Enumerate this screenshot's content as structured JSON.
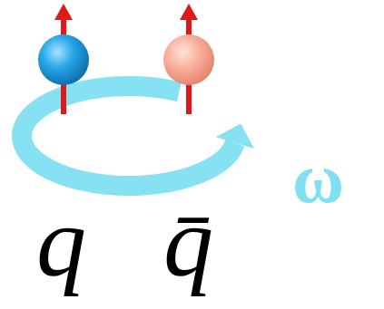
{
  "diagram": {
    "labels": [
      "q",
      "q̄",
      "ω"
    ]
  }
}
